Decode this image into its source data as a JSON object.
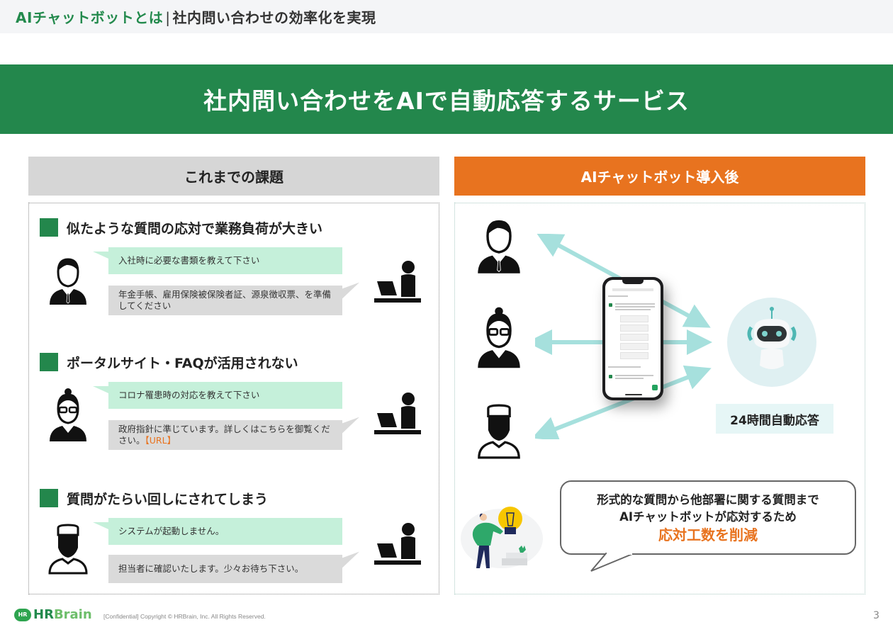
{
  "header": {
    "title_accent": "AIチャットボットとは",
    "separator": "|",
    "title_rest": "社内問い合わせの効率化を実現"
  },
  "banner": {
    "title": "社内問い合わせをAIで自動応答するサービス"
  },
  "left_column": {
    "heading": "これまでの課題",
    "issues": [
      {
        "title": "似たような質問の応対で業務負荷が大きい",
        "person_icon": "businessman-icon",
        "question": "入社時に必要な書類を教えて下さい",
        "answer": "年金手帳、雇用保険被保険者証、源泉徴収票、を準備してください",
        "answer_link": ""
      },
      {
        "title": "ポータルサイト・FAQが活用されない",
        "person_icon": "businesswoman-glasses-icon",
        "question": "コロナ罹患時の対応を教えて下さい",
        "answer": "政府指針に準じています。詳しくはこちらを御覧ください。",
        "answer_link": "【URL】"
      },
      {
        "title": "質問がたらい回しにされてしまう",
        "person_icon": "worker-cap-icon",
        "question": "システムが起動しません。",
        "answer": "担当者に確認いたします。少々お待ち下さい。",
        "answer_link": ""
      }
    ],
    "responder_icon": "person-at-laptop-icon"
  },
  "right_column": {
    "heading": "AIチャットボット導入後",
    "users": [
      "businessman-icon",
      "businesswoman-glasses-icon",
      "worker-cap-icon"
    ],
    "device": "smartphone-chat-icon",
    "bot": "robot-icon",
    "badge": "24時間自動応答",
    "callout": {
      "line1": "形式的な質問から他部署に関する質問まで",
      "line2": "AIチャットボットが応対するため",
      "highlight": "応対工数を削減"
    },
    "illustration": "person-with-lightbulb-icon"
  },
  "footer": {
    "logo_badge": "HR",
    "logo_hr": "HR",
    "logo_brain": "Brain",
    "copyright": "[Confidential] Copyright © HRBrain, Inc. All Rights Reserved.",
    "page_number": "3"
  },
  "colors": {
    "brand_green": "#23874c",
    "accent_orange": "#e8731f",
    "question_bubble": "#c5f0da",
    "answer_bubble": "#dadada",
    "arrow": "#a6e0dd"
  }
}
